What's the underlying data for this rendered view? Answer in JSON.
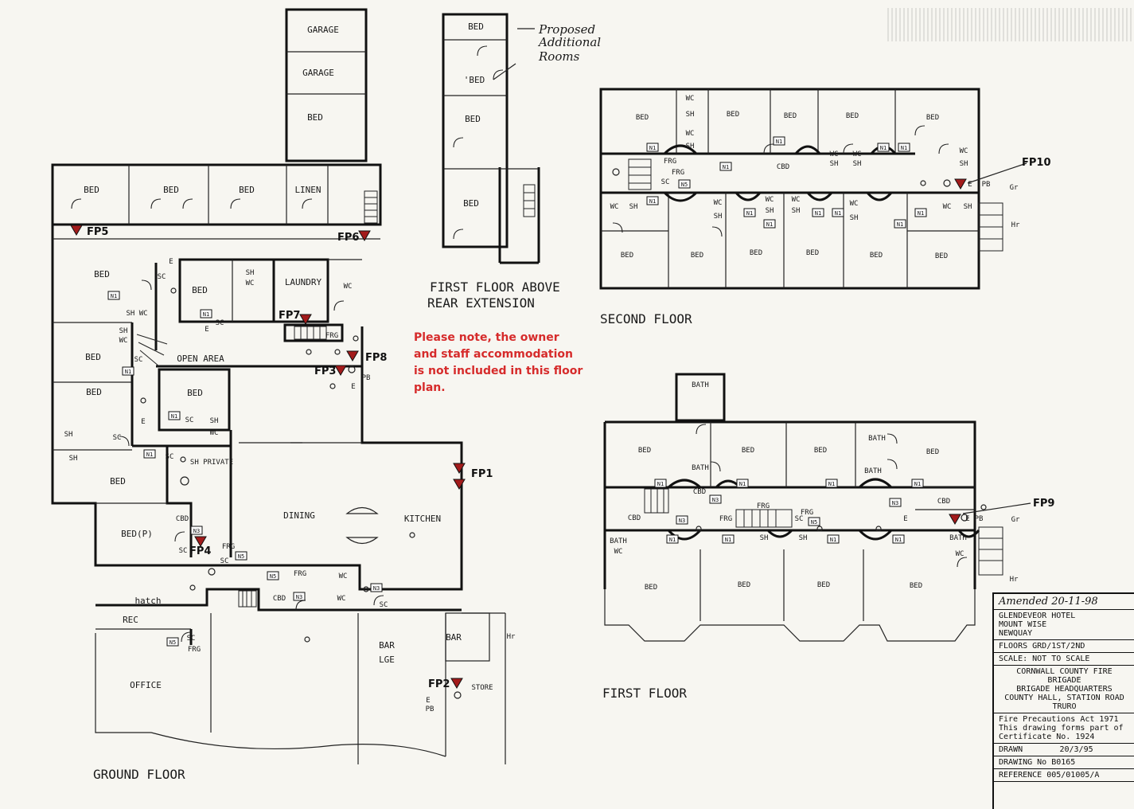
{
  "note": "Please note, the owner and staff accommodation is not included in this floor plan.",
  "floor_titles": {
    "ground": "GROUND FLOOR",
    "first": "FIRST FLOOR",
    "second": "SECOND FLOOR",
    "rear_line1": "FIRST FLOOR ABOVE",
    "rear_line2": "REAR EXTENSION"
  },
  "annotation": {
    "line1": "Proposed",
    "line2": "Additional",
    "line3": "Rooms"
  },
  "fire_points": [
    "FP1",
    "FP2",
    "FP3",
    "FP4",
    "FP5",
    "FP6",
    "FP7",
    "FP8",
    "FP9",
    "FP10"
  ],
  "markers": {
    "n1": "N1",
    "n3": "N3",
    "n5": "N5",
    "e": "E",
    "pb": "PB",
    "gr": "Gr",
    "hr": "Hr"
  },
  "rooms": {
    "garage": "GARAGE",
    "bed": "BED",
    "bed_p": "BED(P)",
    "bed_quote": "'BED",
    "linen": "LINEN",
    "laundry": "LAUNDRY",
    "wc": "WC",
    "sh": "SH",
    "sh_wc": "SH WC",
    "sh_private": "SH PRIVATE",
    "open_area": "OPEN AREA",
    "dining": "DINING",
    "kitchen": "KITCHEN",
    "office": "OFFICE",
    "rec": "REC",
    "hatch": "hatch",
    "bar": "BAR",
    "bar_lge_1": "BAR",
    "bar_lge_2": "LGE",
    "store": "STORE",
    "cbd": "CBD",
    "bath": "BATH",
    "frg": "FRG",
    "sc": "SC"
  },
  "title_block": {
    "amended": "Amended 20-11-98",
    "hotel": "GLENDEVEOR HOTEL",
    "street": "MOUNT WISE",
    "town": "NEWQUAY",
    "floors": "FLOORS GRD/1ST/2ND",
    "scale": "SCALE: NOT TO SCALE",
    "brigade": "CORNWALL COUNTY FIRE BRIGADE",
    "hq": "BRIGADE HEADQUARTERS",
    "address": "COUNTY HALL, STATION ROAD",
    "city": "TRURO",
    "act": "Fire Precautions Act 1971",
    "drawing_part": "This drawing forms part of",
    "certificate": "Certificate No. 1924",
    "drawn_label": "DRAWN",
    "drawn_date": "20/3/95",
    "drawing_no": "DRAWING No B0165",
    "reference": "REFERENCE 005/01005/A"
  }
}
